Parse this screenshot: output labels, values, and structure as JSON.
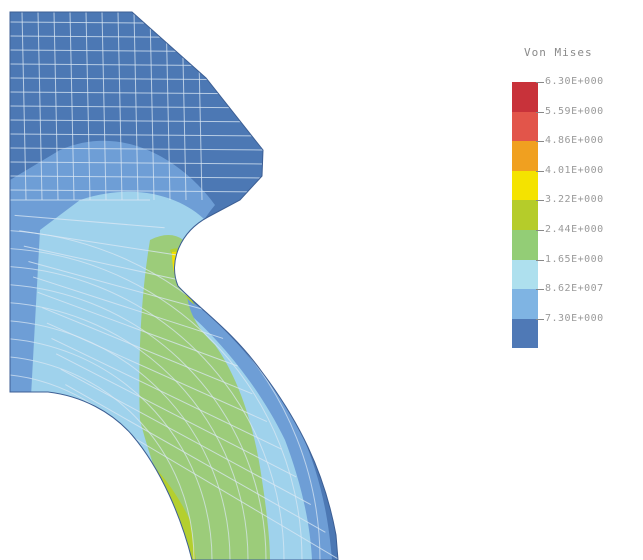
{
  "legend": {
    "title": "Von Mises",
    "labels": [
      "6.30E+000",
      "5.59E+000",
      "4.86E+000",
      "4.01E+000",
      "3.22E+000",
      "2.44E+000",
      "1.65E+000",
      "8.62E+007",
      "7.30E+000"
    ],
    "band_colors": [
      "#c8323a",
      "#e2554a",
      "#f0a020",
      "#f4e300",
      "#b5cc2a",
      "#93cd76",
      "#aee0ee",
      "#7fb4e3",
      "#4f79b6"
    ]
  },
  "contour_colors": {
    "mesh": "#dbe8f4",
    "low": "#4c78b4",
    "low_mid": "#6e9ed6",
    "mid_low": "#9fd2ec",
    "mid": "#9ccc7a",
    "mid_high": "#b4cf2e",
    "high": "#f0e000",
    "higher": "#f29a18",
    "max": "#cf2e36"
  }
}
